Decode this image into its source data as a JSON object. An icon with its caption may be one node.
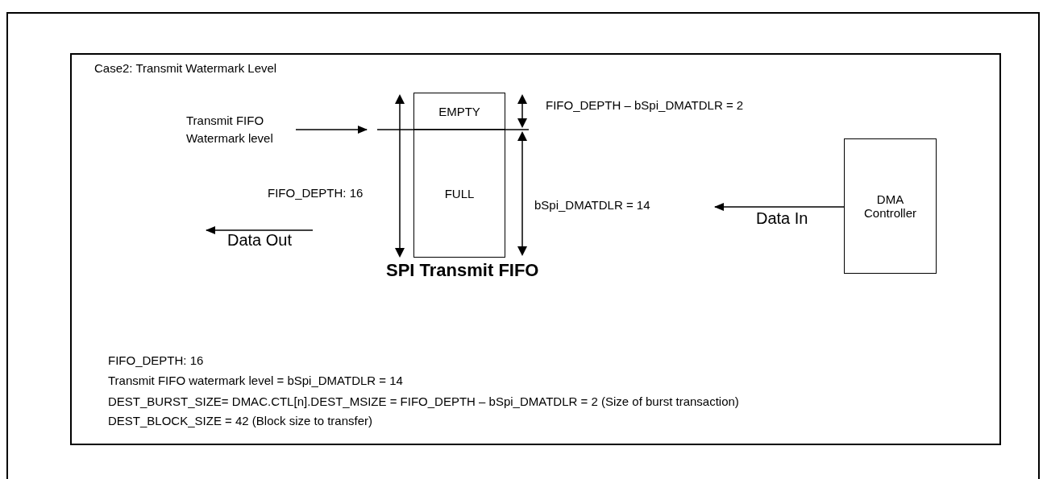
{
  "diagram": {
    "nodes": [
      {
        "text": [
          "Case2: Transmit Watermark Level"
        ]
      },
      {
        "text": [
          "Transmit FIFO Watermark level"
        ],
        "in": 0
      },
      {
        "text": [
          "EMPTY"
        ],
        "in": 0
      },
      {
        "text": [
          "FULL"
        ],
        "in": 0
      },
      {
        "text": [
          "DMA Controller"
        ],
        "in": 0
      }
    ],
    "edges": [
      {
        "from": 1,
        "to": null,
        "arrow": "to"
      },
      {
        "from": 4,
        "to": null,
        "arrow": "to",
        "label": "Data In"
      }
    ],
    "labels": [
      "FIFO_DEPTH – bSpi_DMATDLR = 2",
      "FIFO_DEPTH: 16",
      "bSpi_DMATDLR = 14",
      "Data Out",
      "SPI Transmit FIFO",
      "FIFO_DEPTH: 16",
      "Transmit FIFO watermark level = bSpi_DMATDLR = 14",
      "DEST_BURST_SIZE= DMAC.CTL[n].DEST_MSIZE = FIFO_DEPTH – bSpi_DMATDLR = 2  (Size of burst transaction)",
      "DEST_BLOCK_SIZE = 42 (Block size to transfer)"
    ]
  }
}
